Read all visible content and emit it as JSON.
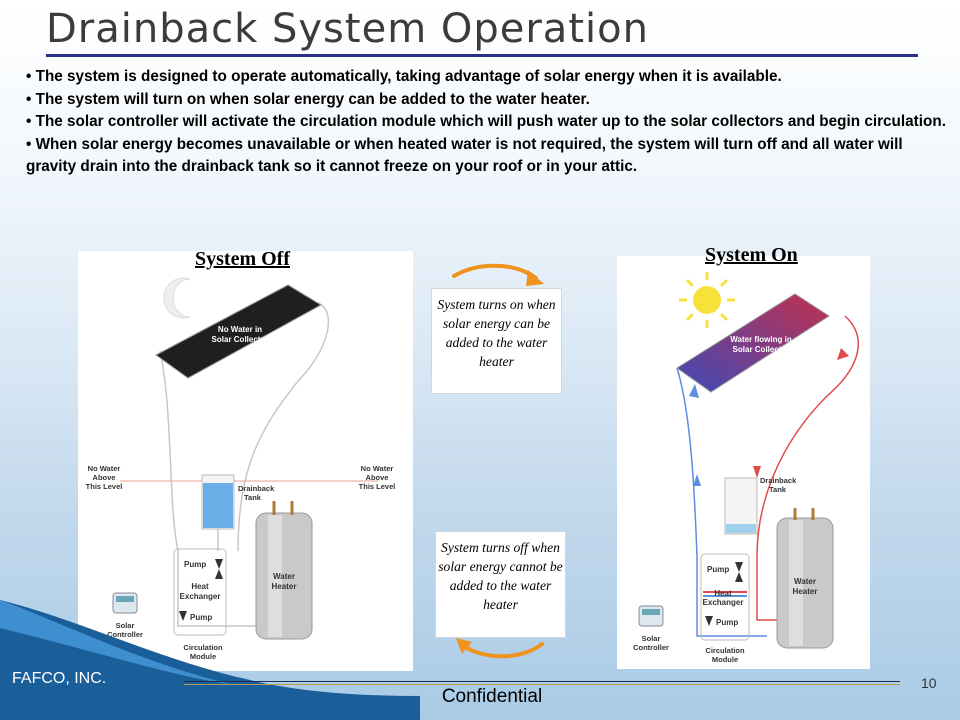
{
  "slide": {
    "title": "Drainback System Operation",
    "bullets": [
      "•  The system is designed to operate automatically, taking advantage of solar energy when it is available.",
      "•  The system will turn on when solar energy can be added to the water heater.",
      "•  The solar controller will activate the circulation module which will push water up to the solar collectors and begin circulation.",
      "•  When solar energy becomes unavailable or when heated water is not required, the system will turn off and all water will gravity drain into the drainback tank so it cannot freeze on your roof or in your attic."
    ]
  },
  "system_off": {
    "title": "System Off",
    "collector_label": [
      "No Water in",
      "Solar Collector"
    ],
    "left_level_label": [
      "No Water",
      "Above",
      "This Level"
    ],
    "right_level_label": [
      "No Water",
      "Above",
      "This Level"
    ],
    "tank_label": [
      "Drainback",
      "Tank"
    ],
    "pump_label": "Pump",
    "heat_exchanger_label": [
      "Heat",
      "Exchanger"
    ],
    "pump2_label": "Pump",
    "heater_label": [
      "Water",
      "Heater"
    ],
    "controller_label": [
      "Solar",
      "Controller"
    ],
    "module_label": [
      "Circulation",
      "Module"
    ]
  },
  "system_on": {
    "title": "System On",
    "collector_label": [
      "Water flowing in",
      "Solar Collector"
    ],
    "tank_label": [
      "Drainback",
      "Tank"
    ],
    "pump_label": "Pump",
    "heat_exchanger_label": [
      "Heat",
      "Exchanger"
    ],
    "pump2_label": "Pump",
    "heater_label": [
      "Water",
      "Heater"
    ],
    "controller_label": [
      "Solar",
      "Controller"
    ],
    "module_label": [
      "Circulation",
      "Module"
    ]
  },
  "callouts": {
    "turns_on": "System turns on when solar energy can be added to the water heater",
    "turns_off": "System turns off when solar energy cannot be added to the water heater"
  },
  "footer": {
    "company": "FAFCO, INC.",
    "confidential": "Confidential",
    "page_number": "10"
  },
  "colors": {
    "title_rule": "#2a2e86",
    "arrow_orange": "#f0921e",
    "hot_red": "#e0333c",
    "cold_blue": "#4f86d8",
    "tank_water_off": "#6aaee8"
  }
}
